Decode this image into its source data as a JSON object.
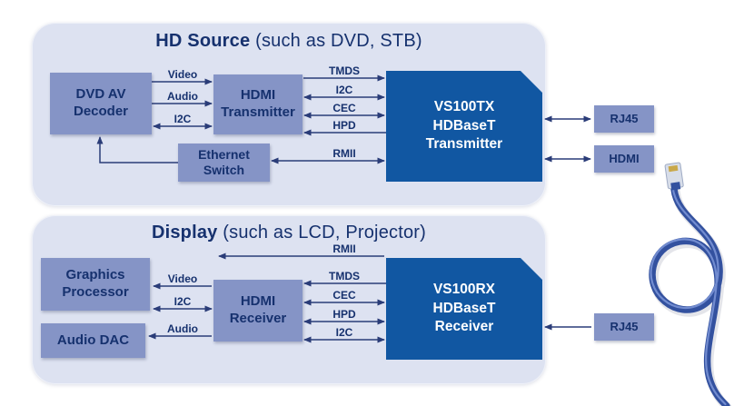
{
  "colors": {
    "panel_bg": "#dde2f1",
    "block_bg": "#8594c6",
    "dark_block_bg": "#1157a2",
    "navy_text": "#16316e",
    "arrow": "#2a3c78"
  },
  "source_panel": {
    "title_main": "HD Source",
    "title_sub": "(such as DVD, STB)",
    "blocks": {
      "dvd_decoder": "DVD AV\nDecoder",
      "hdmi_transmitter": "HDMI\nTransmitter",
      "ethernet_switch": "Ethernet\nSwitch",
      "vs100tx": "VS100TX\nHDBaseT\nTransmitter"
    },
    "signals": {
      "video": "Video",
      "audio": "Audio",
      "i2c_left": "I2C",
      "tmds": "TMDS",
      "i2c_right": "I2C",
      "cec": "CEC",
      "hpd": "HPD",
      "rmii": "RMII"
    },
    "connectors": {
      "rj45": "RJ45",
      "hdmi": "HDMI"
    }
  },
  "display_panel": {
    "title_main": "Display",
    "title_sub": "(such as LCD, Projector)",
    "blocks": {
      "graphics_processor": "Graphics\nProcessor",
      "audio_dac": "Audio DAC",
      "hdmi_receiver": "HDMI\nReceiver",
      "vs100rx": "VS100RX\nHDBaseT\nReceiver"
    },
    "signals": {
      "rmii": "RMII",
      "tmds": "TMDS",
      "cec": "CEC",
      "hpd": "HPD",
      "i2c_right": "I2C",
      "video": "Video",
      "i2c_left": "I2C",
      "audio": "Audio"
    },
    "connectors": {
      "rj45": "RJ45"
    }
  }
}
